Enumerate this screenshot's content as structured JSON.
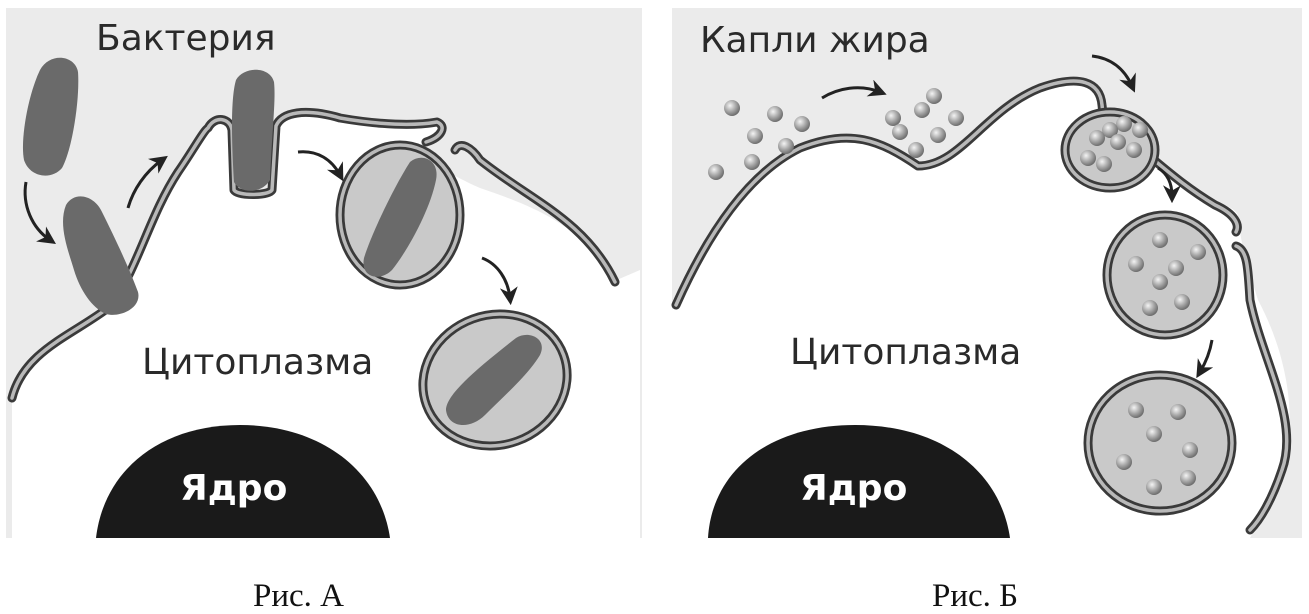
{
  "panel_a": {
    "label_bacteria": "Бактерия",
    "label_cytoplasm": "Цитоплазма",
    "label_nucleus": "Ядро",
    "caption": "Рис. А"
  },
  "panel_b": {
    "label_fat": "Капли жира",
    "label_cytoplasm": "Цитоплазма",
    "label_nucleus": "Ядро",
    "caption": "Рис. Б"
  },
  "colors": {
    "extracellular": "#ebebeb",
    "cytoplasm": "#ffffff",
    "nucleus": "#1a1a1a",
    "membrane": "#3a3a3a",
    "bacterium": "#6a6a6a",
    "vesicle": "#c9c9c9"
  }
}
